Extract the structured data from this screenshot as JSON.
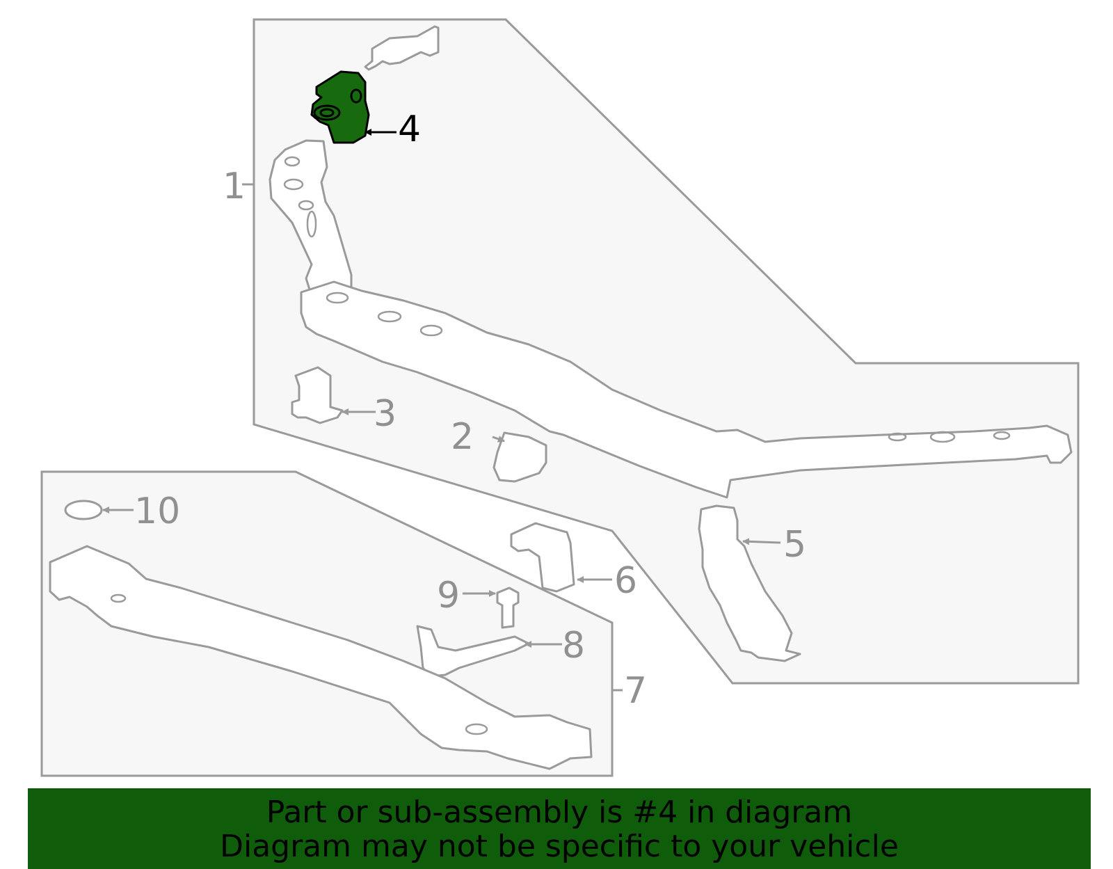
{
  "diagram": {
    "callouts": [
      {
        "id": "1",
        "label": "1"
      },
      {
        "id": "2",
        "label": "2"
      },
      {
        "id": "3",
        "label": "3"
      },
      {
        "id": "4",
        "label": "4"
      },
      {
        "id": "5",
        "label": "5"
      },
      {
        "id": "6",
        "label": "6"
      },
      {
        "id": "7",
        "label": "7"
      },
      {
        "id": "8",
        "label": "8"
      },
      {
        "id": "9",
        "label": "9"
      },
      {
        "id": "10",
        "label": "10"
      }
    ],
    "highlight_part": "4",
    "colors": {
      "line": "#9a9a9a",
      "panel_fill": "#f7f7f7",
      "highlight_fill": "#176b0e",
      "banner_bg": "#0f5c0a",
      "label_gray": "#909090"
    }
  },
  "banner": {
    "line1": "Part or sub-assembly is #4 in diagram",
    "line2": "Diagram may not be specific to your vehicle"
  }
}
